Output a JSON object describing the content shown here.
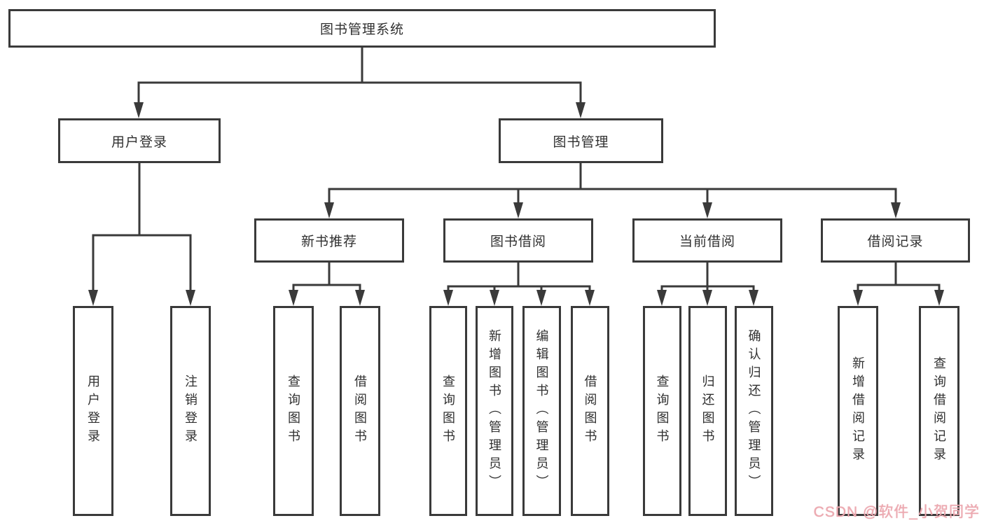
{
  "colors": {
    "line": "#3a3a3a",
    "text": "#303030",
    "box_background": "#ffffff",
    "watermark": "#ecaab1"
  },
  "diagram": {
    "root": {
      "label": "图书管理系统"
    },
    "branches": [
      {
        "label": "用户登录",
        "children": [
          {
            "label": "用户登录"
          },
          {
            "label": "注销登录"
          }
        ]
      },
      {
        "label": "图书管理",
        "children": [
          {
            "label": "新书推荐",
            "children": [
              {
                "label": "查询图书"
              },
              {
                "label": "借阅图书"
              }
            ]
          },
          {
            "label": "图书借阅",
            "children": [
              {
                "label": "查询图书"
              },
              {
                "label": "新增图书（管理员）"
              },
              {
                "label": "编辑图书（管理员）"
              },
              {
                "label": "借阅图书"
              }
            ]
          },
          {
            "label": "当前借阅",
            "children": [
              {
                "label": "查询图书"
              },
              {
                "label": "归还图书"
              },
              {
                "label": "确认归还（管理员）"
              }
            ]
          },
          {
            "label": "借阅记录",
            "children": [
              {
                "label": "新增借阅记录"
              },
              {
                "label": "查询借阅记录"
              }
            ]
          }
        ]
      }
    ]
  },
  "watermark": {
    "text": "CSDN @软件_小贺同学"
  }
}
